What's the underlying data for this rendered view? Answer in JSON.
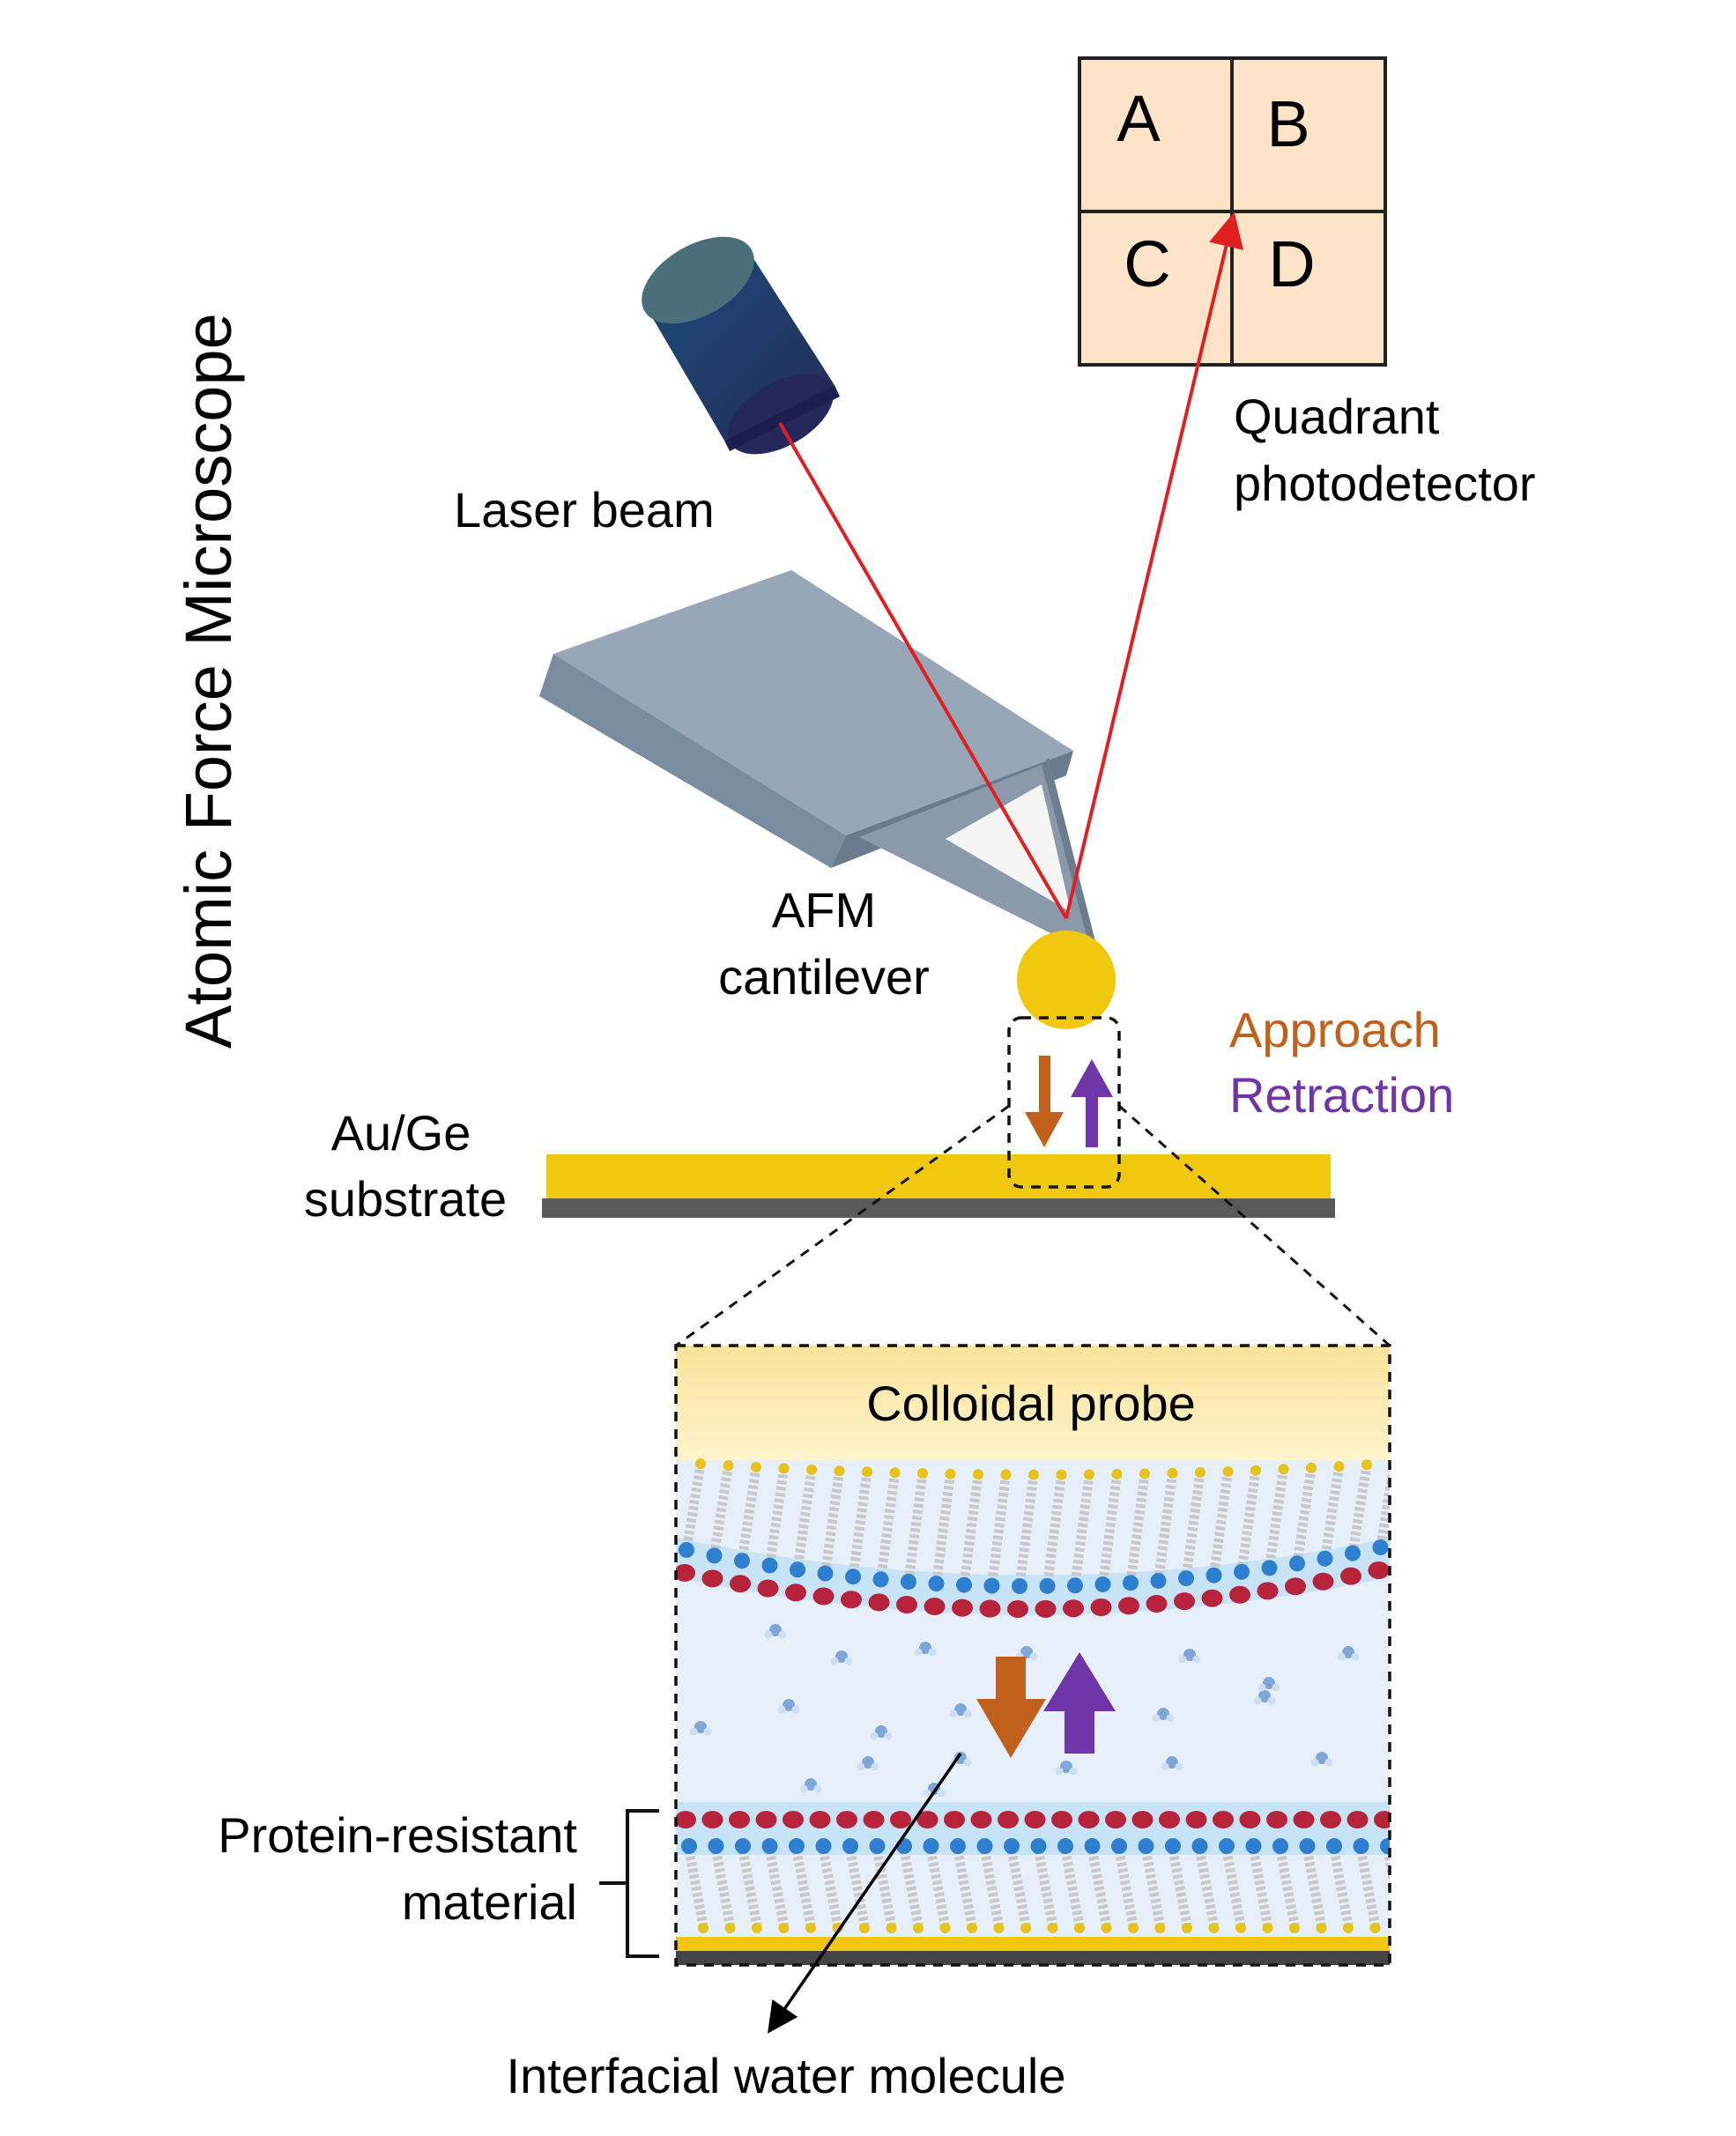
{
  "title": "Atomic Force Microscope",
  "labels": {
    "laser_beam": "Laser beam",
    "detector_line1": "Quadrant",
    "detector_line2": "photodetector",
    "cantilever_line1": "AFM",
    "cantilever_line2": "cantilever",
    "approach": "Approach",
    "retraction": "Retraction",
    "substrate_line1": "Au/Ge",
    "substrate_line2": "substrate",
    "colloidal_probe": "Colloidal probe",
    "protein_line1": "Protein-resistant",
    "protein_line2": "material",
    "water": "Interfacial water molecule"
  },
  "quadrants": [
    "A",
    "B",
    "C",
    "D"
  ],
  "colors": {
    "laser": "#e02020",
    "approach": "#c0601c",
    "retraction": "#7035a8",
    "gold": "#f0c810",
    "substrate_base": "#5a5a5a",
    "detector_fill": "#fde3c8",
    "cantilever": "#8a9aab",
    "laser_body": "#1e3a66",
    "monolayer_head_red": "#b8233c",
    "monolayer_head_blue": "#2f7fd0",
    "water_bg": "#e7f0fa"
  }
}
